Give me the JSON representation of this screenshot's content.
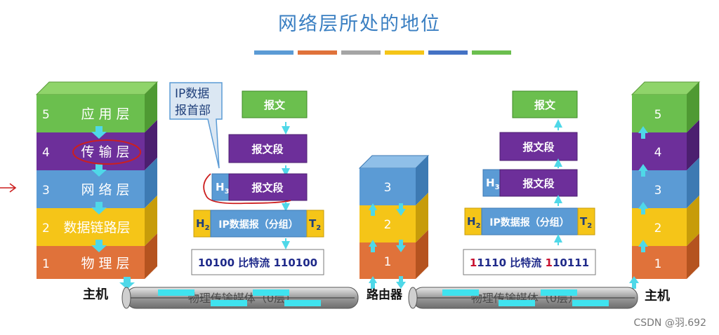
{
  "title": "网络层所处的地位",
  "colors": {
    "application": "#6bbf4e",
    "transport": "#6d2f9a",
    "network": "#5b9bd5",
    "datalink": "#f5c518",
    "physical": "#e0723a",
    "title": "#3a7fc2",
    "arrow": "#4fd8e8",
    "annotation": "#cc1f1f"
  },
  "title_bar": {
    "colors": [
      "#5b9bd5",
      "#e0723a",
      "#a5a5a5",
      "#f5c518",
      "#4472c4",
      "#6bbf4e"
    ]
  },
  "left_host": {
    "label": "主机",
    "layers": [
      {
        "num": "5",
        "name": "应 用 层"
      },
      {
        "num": "4",
        "name": "传 输 层"
      },
      {
        "num": "3",
        "name": "网 络 层"
      },
      {
        "num": "2",
        "name": "数据链路层"
      },
      {
        "num": "1",
        "name": "物 理 层"
      }
    ]
  },
  "right_host": {
    "label": "主机",
    "layers": [
      "5",
      "4",
      "3",
      "2",
      "1"
    ]
  },
  "router": {
    "label": "路由器",
    "layers": [
      "3",
      "2",
      "1"
    ]
  },
  "callout": {
    "text_line1": "IP数据",
    "text_line2": "报首部"
  },
  "left_stack": {
    "message": "报文",
    "segment": "报文段",
    "net_header": "H",
    "net_header_sub": "3",
    "net_body": "报文段",
    "dl_header": "H",
    "dl_header_sub": "2",
    "dl_body": "IP数据报（分组）",
    "dl_trailer": "T",
    "dl_trailer_sub": "2",
    "bits_a": "10100",
    "bits_b": " 比特流 ",
    "bits_c": "110100"
  },
  "right_stack": {
    "message": "报文",
    "segment": "报文段",
    "net_header": "H",
    "net_header_sub": "3",
    "net_body": "报文段",
    "dl_header": "H",
    "dl_header_sub": "2",
    "dl_body": "IP数据报（分组）",
    "dl_trailer": "T",
    "dl_trailer_sub": "2",
    "bits_a1": "1",
    "bits_a2": "1110",
    "bits_b": " 比特流 ",
    "bits_c1": "1",
    "bits_c2": "10111"
  },
  "media_left": {
    "label": "物理传输媒体（0层）"
  },
  "media_right": {
    "label": "物理传输媒体（0层）"
  },
  "footer": {
    "watermark": "CSDN @羽.692"
  }
}
